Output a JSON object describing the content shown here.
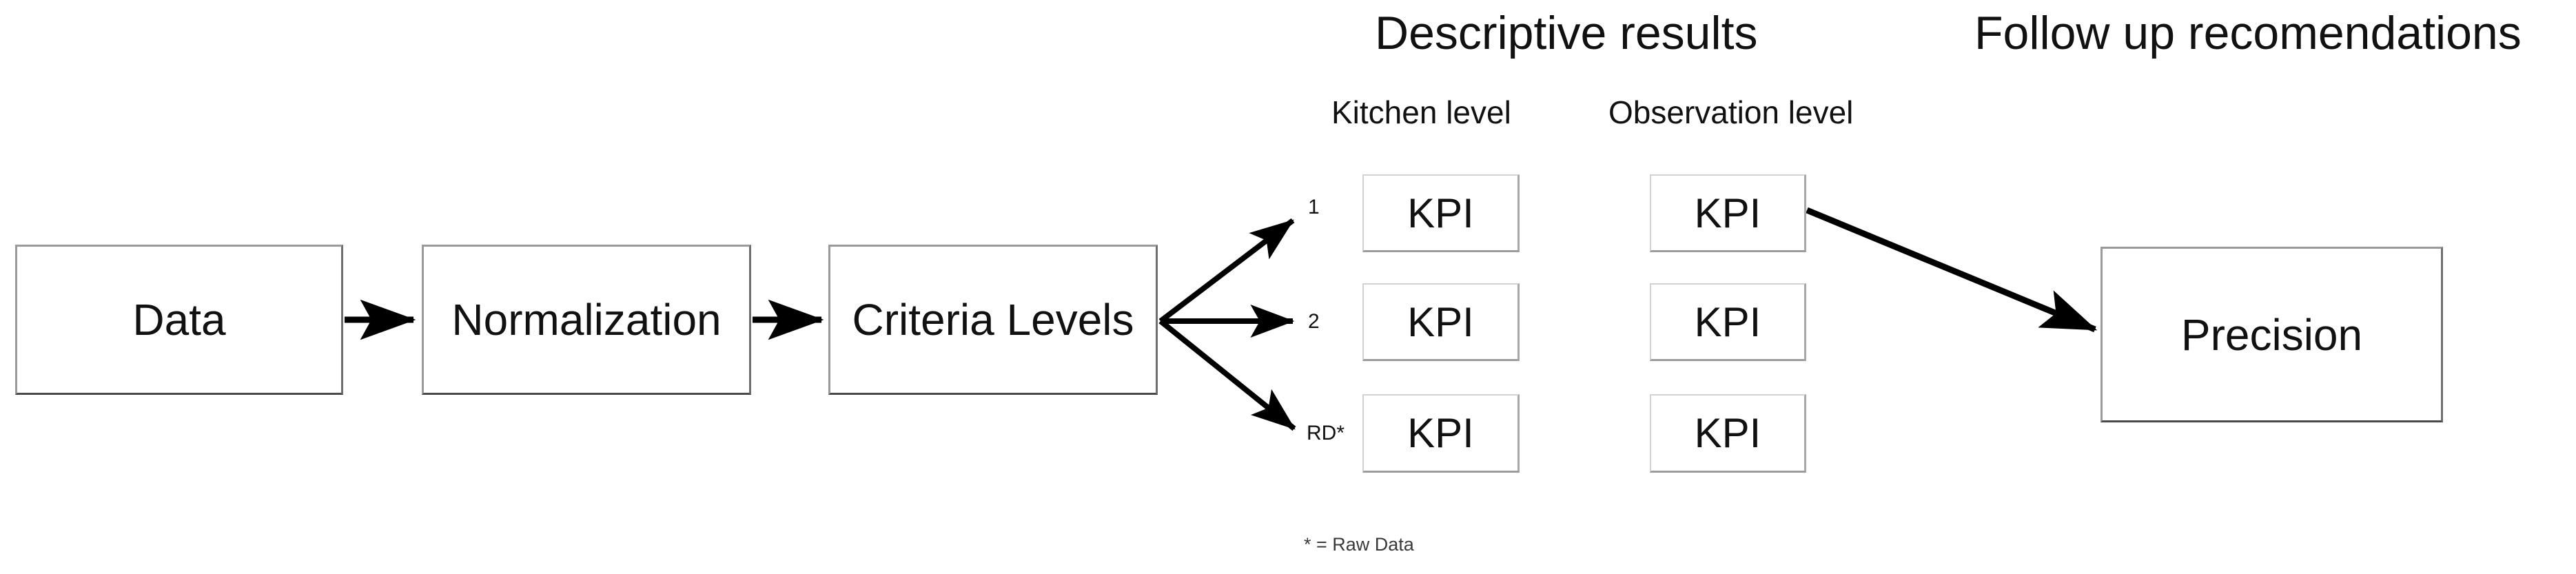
{
  "headers": {
    "descriptive_results": "Descriptive results",
    "follow_up": "Follow up recomendations",
    "kitchen_level": "Kitchen level",
    "observation_level": "Observation level"
  },
  "process": {
    "data": "Data",
    "normalization": "Normalization",
    "criteria_levels": "Criteria Levels",
    "precision": "Precision"
  },
  "branch_labels": {
    "one": "1",
    "two": "2",
    "raw_data": "RD*"
  },
  "kpi": {
    "label": "KPI",
    "kitchen_column": [
      "KPI",
      "KPI",
      "KPI"
    ],
    "observation_column": [
      "KPI",
      "KPI",
      "KPI"
    ]
  },
  "footnote": "* = Raw Data",
  "colors": {
    "box_border": "#9a9a9a",
    "kpi_border": "#d2d2d2",
    "text": "#111111",
    "arrow": "#000000",
    "background": "#ffffff"
  }
}
